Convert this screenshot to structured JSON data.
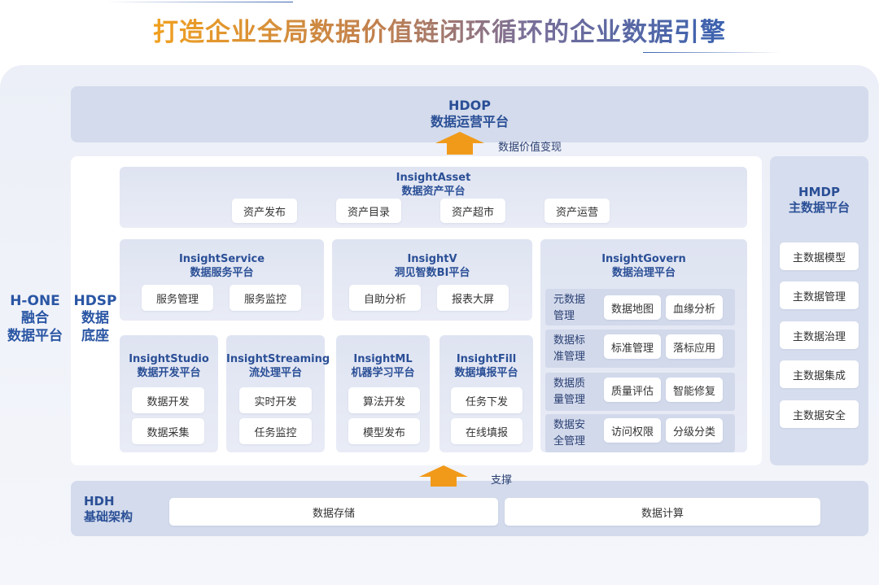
{
  "title": "打造企业全局数据价值链闭环循环的企业数据引擎",
  "colors": {
    "accent": "#f19a1a",
    "label": "#2a56a4"
  },
  "hone": {
    "l1": "H-ONE",
    "l2": "融合",
    "l3": "数据平台"
  },
  "hdop": {
    "l1": "HDOP",
    "l2": "数据运营平台"
  },
  "arrow_top": "数据价值变现",
  "arrow_bottom": "支撑",
  "hdsp": {
    "l1": "HDSP",
    "l2": "数据",
    "l3": "底座"
  },
  "asset": {
    "name": "InsightAsset",
    "sub": "数据资产平台",
    "buttons": [
      "资产发布",
      "资产目录",
      "资产超市",
      "资产运营"
    ]
  },
  "service": {
    "name": "InsightService",
    "sub": "数据服务平台",
    "buttons": [
      "服务管理",
      "服务监控"
    ]
  },
  "v": {
    "name": "InsightV",
    "sub": "洞见智数BI平台",
    "buttons": [
      "自助分析",
      "报表大屏"
    ]
  },
  "govern": {
    "name": "InsightGovern",
    "sub": "数据治理平台",
    "rows": [
      {
        "label": "元数据管理",
        "b": [
          "数据地图",
          "血缘分析"
        ]
      },
      {
        "label": "数据标准管理",
        "b": [
          "标准管理",
          "落标应用"
        ]
      },
      {
        "label": "数据质量管理",
        "b": [
          "质量评估",
          "智能修复"
        ]
      },
      {
        "label": "数据安全管理",
        "b": [
          "访问权限",
          "分级分类"
        ]
      }
    ]
  },
  "studio": {
    "name": "InsightStudio",
    "sub": "数据开发平台",
    "buttons": [
      "数据开发",
      "数据采集"
    ]
  },
  "streaming": {
    "name": "InsightStreaming",
    "sub": "流处理平台",
    "buttons": [
      "实时开发",
      "任务监控"
    ]
  },
  "ml": {
    "name": "InsightML",
    "sub": "机器学习平台",
    "buttons": [
      "算法开发",
      "模型发布"
    ]
  },
  "fill": {
    "name": "InsightFill",
    "sub": "数据填报平台",
    "buttons": [
      "任务下发",
      "在线填报"
    ]
  },
  "hmdp": {
    "l1": "HMDP",
    "l2": "主数据平台",
    "buttons": [
      "主数据模型",
      "主数据管理",
      "主数据治理",
      "主数据集成",
      "主数据安全"
    ]
  },
  "hdh": {
    "l1": "HDH",
    "l2": "基础架构",
    "buttons": [
      "数据存储",
      "数据计算"
    ]
  }
}
